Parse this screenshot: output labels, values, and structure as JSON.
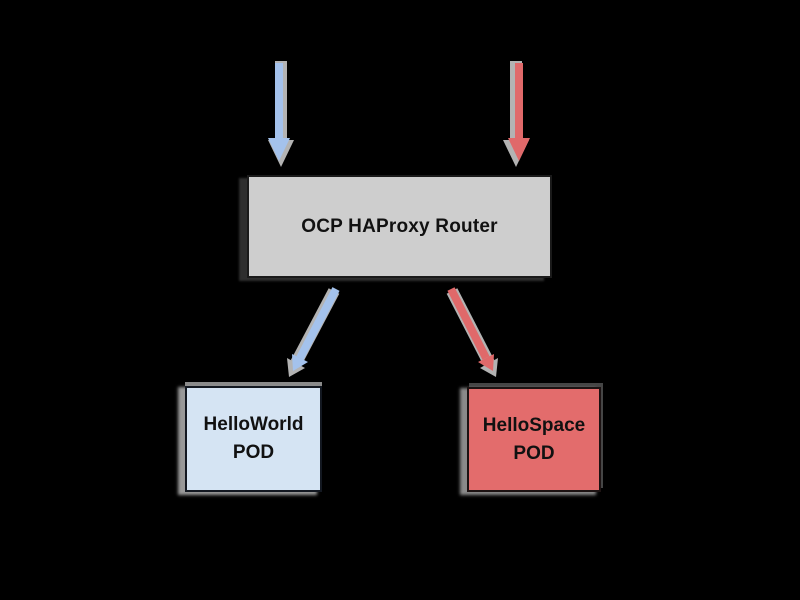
{
  "canvas": {
    "background": "#000000"
  },
  "router": {
    "label": "OCP HAProxy Router",
    "fill": "#cecece"
  },
  "pods": {
    "helloworld": {
      "line1": "HelloWorld",
      "line2": "POD",
      "fill": "#d5e4f3"
    },
    "hellospace": {
      "line1": "HelloSpace",
      "line2": "POD",
      "fill": "#e36c6c"
    }
  },
  "arrows": {
    "blue_color": "#a4c2ec",
    "red_color": "#e0696a",
    "shadow_color": "#b3b3b3"
  }
}
